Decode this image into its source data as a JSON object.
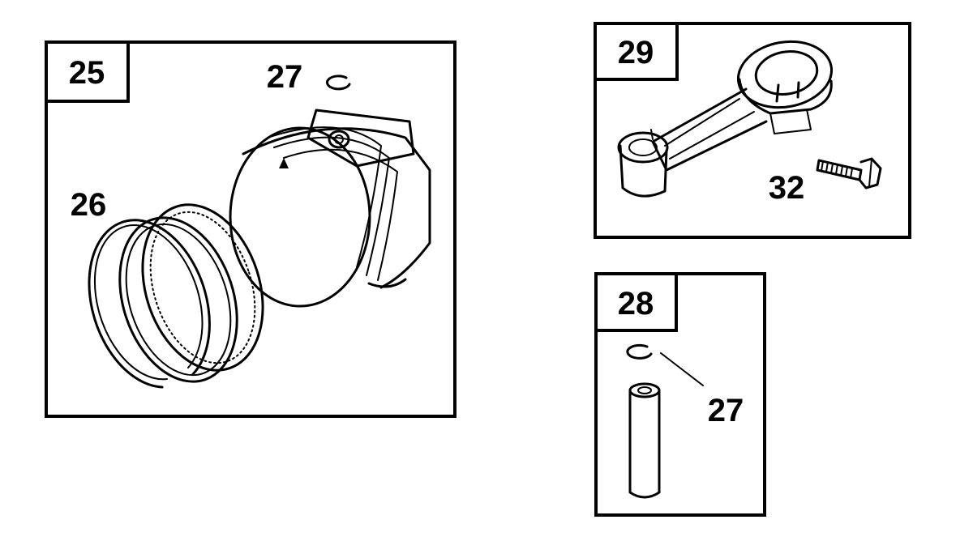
{
  "panels": {
    "piston": {
      "number": "25",
      "pin_clip_label": "27",
      "rings_label": "26"
    },
    "connecting_rod": {
      "number": "29",
      "bolt_label": "32"
    },
    "wrist_pin": {
      "number": "28",
      "clip_label": "27"
    }
  },
  "colors": {
    "ink": "#000000",
    "paper": "#ffffff"
  }
}
